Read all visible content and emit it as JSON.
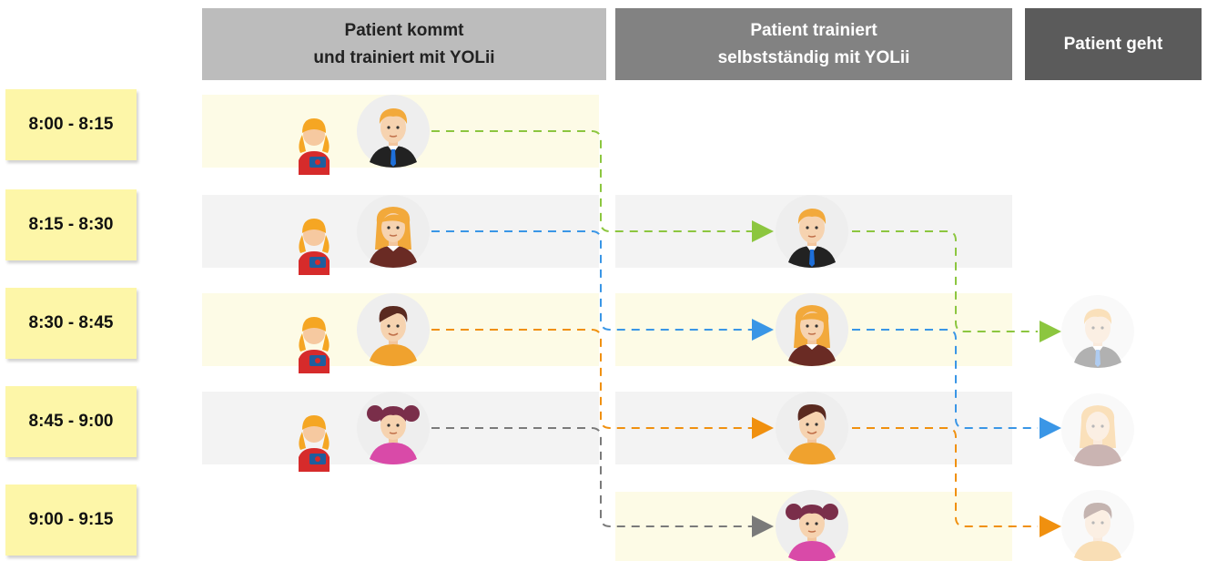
{
  "headers": [
    {
      "lines": [
        "Patient kommt",
        "und trainiert mit YOLii"
      ]
    },
    {
      "lines": [
        "Patient trainiert",
        "selbstständig mit YOLii"
      ]
    },
    {
      "lines": [
        "Patient geht"
      ]
    }
  ],
  "time_slots": [
    "8:00 - 8:15",
    "8:15 - 8:30",
    "8:30 - 8:45",
    "8:45 - 9:00",
    "9:00 - 9:15"
  ],
  "patients": [
    {
      "name": "patient-man-suit",
      "arrow_color": "#8cc63f"
    },
    {
      "name": "patient-woman",
      "arrow_color": "#3a96e6"
    },
    {
      "name": "patient-young-man",
      "arrow_color": "#f0900f"
    },
    {
      "name": "patient-girl",
      "arrow_color": "#7a7a7a"
    }
  ],
  "colors": {
    "header_1": "#bcbcbc",
    "header_2": "#828282",
    "header_3": "#5b5b5b",
    "time_note": "#fdf6a8",
    "band_yellow": "#fdfbe6",
    "band_gray": "#f3f3f3"
  }
}
